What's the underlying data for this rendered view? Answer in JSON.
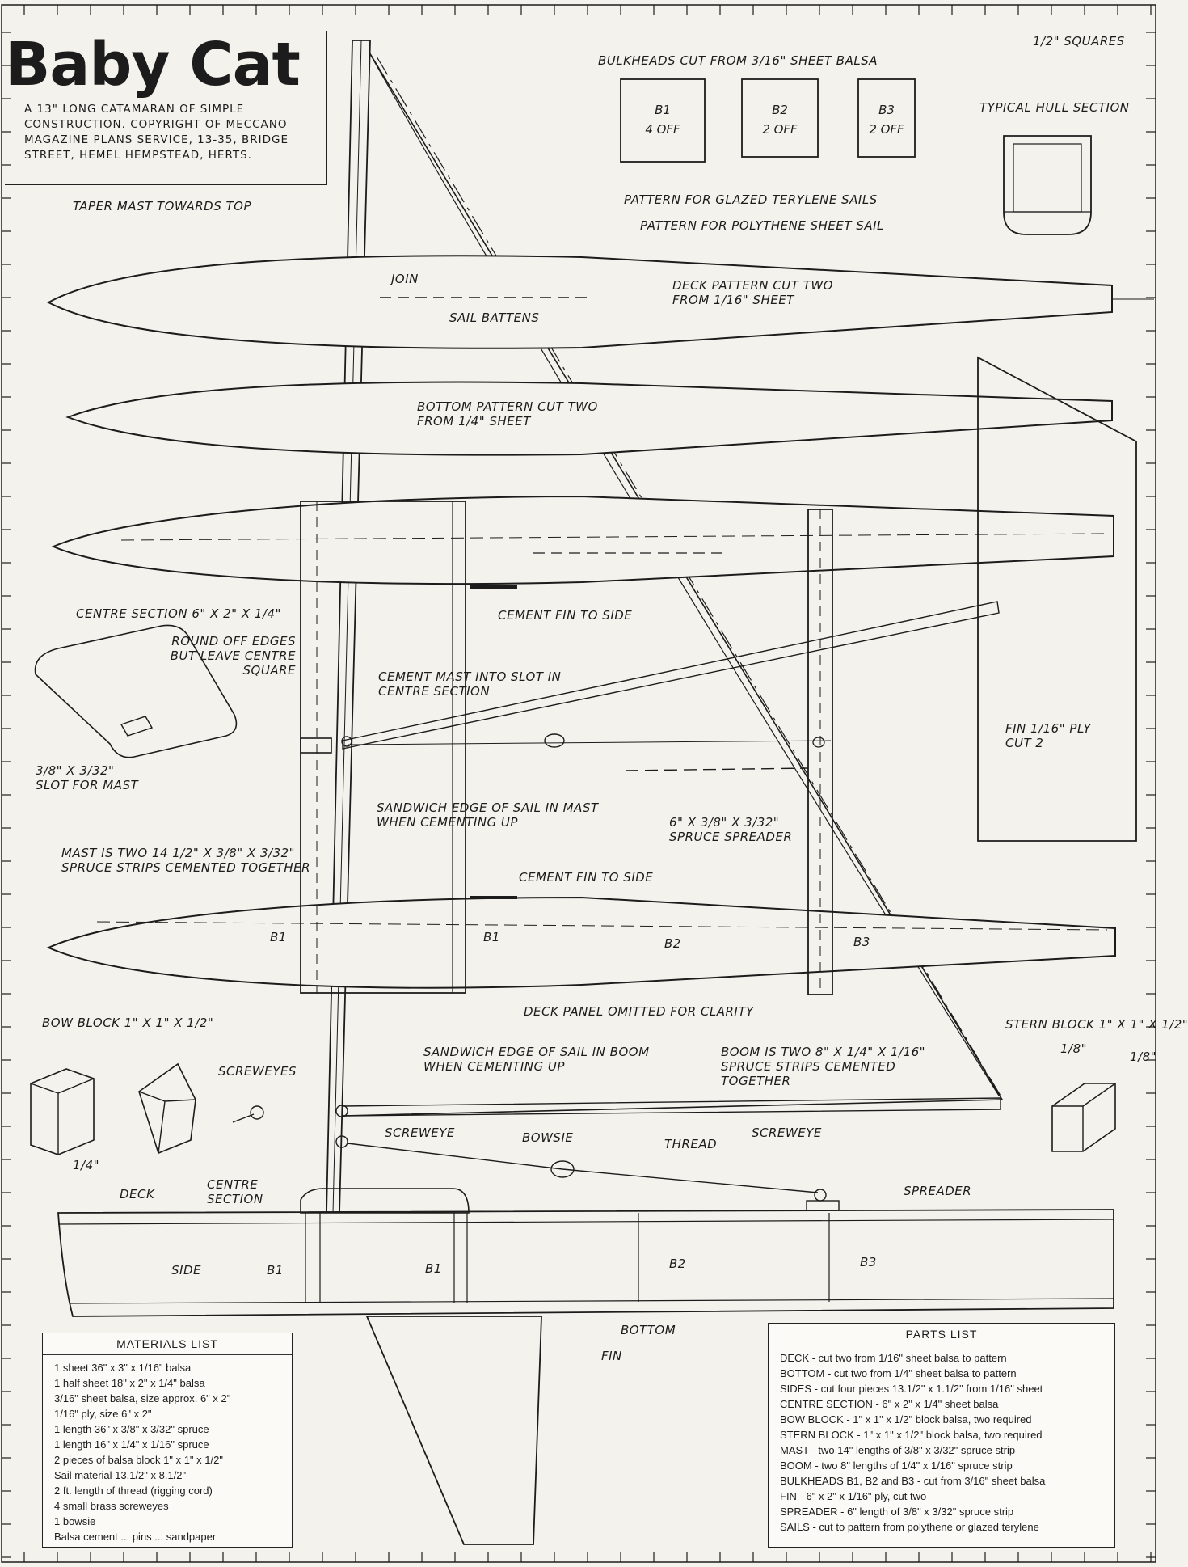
{
  "title": "Baby Cat",
  "subtitle": "A 13\" LONG CATAMARAN OF SIMPLE CONSTRUCTION. COPYRIGHT OF MECCANO MAGAZINE PLANS SERVICE, 13-35, BRIDGE STREET, HEMEL HEMPSTEAD, HERTS.",
  "scale_note": "1/2\" SQUARES",
  "bulkheads": {
    "heading": "BULKHEADS CUT FROM 3/16\" SHEET BALSA",
    "items": [
      {
        "name": "B1",
        "count": "4 OFF"
      },
      {
        "name": "B2",
        "count": "2 OFF"
      },
      {
        "name": "B3",
        "count": "2 OFF"
      }
    ]
  },
  "labels": {
    "typical_hull_section": "TYPICAL HULL SECTION",
    "taper_mast": "TAPER MAST TOWARDS TOP",
    "glazed_sails": "PATTERN FOR GLAZED TERYLENE SAILS",
    "polythene_sail": "PATTERN FOR POLYTHENE SHEET SAIL",
    "join": "JOIN",
    "deck_pattern": "DECK PATTERN CUT TWO FROM 1/16\" SHEET",
    "sail_battens": "SAIL BATTENS",
    "bottom_pattern": "BOTTOM PATTERN CUT TWO FROM 1/4\" SHEET",
    "centre_section": "CENTRE SECTION 6\" X 2\" X 1/4\"",
    "cement_fin_side_top": "CEMENT FIN TO SIDE",
    "round_off_edges": "ROUND OFF EDGES BUT LEAVE CENTRE SQUARE",
    "cement_mast": "CEMENT MAST INTO SLOT IN CENTRE SECTION",
    "slot": "3/8\" X 3/32\" SLOT FOR MAST",
    "fin_ply": "FIN 1/16\" PLY CUT 2",
    "sandwich_mast": "SANDWICH EDGE OF SAIL IN MAST WHEN CEMENTING UP",
    "spreader_dims": "6\" X 3/8\" X 3/32\" SPRUCE SPREADER",
    "mast_strips": "MAST IS TWO 14 1/2\" X 3/8\" X 3/32\" SPRUCE STRIPS CEMENTED TOGETHER",
    "cement_fin_side_mid": "CEMENT FIN TO SIDE",
    "b1_left": "B1",
    "b1_right": "B1",
    "b2": "B2",
    "b3": "B3",
    "deck_panel": "DECK PANEL OMITTED FOR CLARITY",
    "bow_block": "BOW BLOCK 1\" X 1\" X 1/2\"",
    "stern_block": "STERN BLOCK 1\" X 1\" X 1/2\"",
    "eighth_a": "1/8\"",
    "eighth_b": "1/8\"",
    "quarter": "1/4\"",
    "screweyes": "SCREWEYES",
    "sandwich_boom": "SANDWICH EDGE OF SAIL IN BOOM WHEN CEMENTING UP",
    "boom_strips": "BOOM IS TWO 8\" X 1/4\" X 1/16\" SPRUCE STRIPS CEMENTED TOGETHER",
    "screweye_left": "SCREWEYE",
    "bowsie": "BOWSIE",
    "thread": "THREAD",
    "screweye_right": "SCREWEYE",
    "deck": "DECK",
    "centre_section_side": "CENTRE SECTION",
    "spreader": "SPREADER",
    "side": "SIDE",
    "b1_side_a": "B1",
    "b1_side_b": "B1",
    "b2_side": "B2",
    "b3_side": "B3",
    "bottom": "BOTTOM",
    "fin": "FIN"
  },
  "materials_list": {
    "heading": "MATERIALS LIST",
    "items": [
      "1  sheet 36\" x 3\" x 1/16\" balsa",
      "1  half sheet 18\" x 2\" x 1/4\" balsa",
      "3/16\" sheet balsa, size approx. 6\" x 2\"",
      "1/16\" ply, size 6\" x 2\"",
      "1  length 36\" x 3/8\" x 3/32\" spruce",
      "1  length 16\" x 1/4\" x 1/16\" spruce",
      "2  pieces of balsa block 1\" x 1\" x 1/2\"",
      "Sail material 13.1/2\" x 8.1/2\"",
      "2  ft. length of thread (rigging cord)",
      "4  small brass screweyes",
      "1  bowsie",
      "Balsa cement ... pins ... sandpaper"
    ]
  },
  "parts_list": {
    "heading": "PARTS LIST",
    "items": [
      "DECK - cut two from 1/16\" sheet balsa to pattern",
      "BOTTOM - cut two from 1/4\" sheet balsa to pattern",
      "SIDES - cut four pieces 13.1/2\" x 1.1/2\" from 1/16\" sheet",
      "CENTRE SECTION - 6\" x 2\" x 1/4\" sheet balsa",
      "BOW BLOCK - 1\" x 1\" x 1/2\" block balsa, two required",
      "STERN BLOCK - 1\" x 1\" x 1/2\" block balsa, two required",
      "MAST - two 14\" lengths of 3/8\" x 3/32\" spruce strip",
      "BOOM - two 8\" lengths of 1/4\" x 1/16\" spruce strip",
      "BULKHEADS B1, B2 and B3 - cut from 3/16\" sheet balsa",
      "FIN - 6\" x 2\" x 1/16\" ply, cut two",
      "SPREADER - 6\" length of 3/8\" x 3/32\" spruce strip",
      "SAILS - cut to pattern from polythene or glazed terylene"
    ]
  }
}
